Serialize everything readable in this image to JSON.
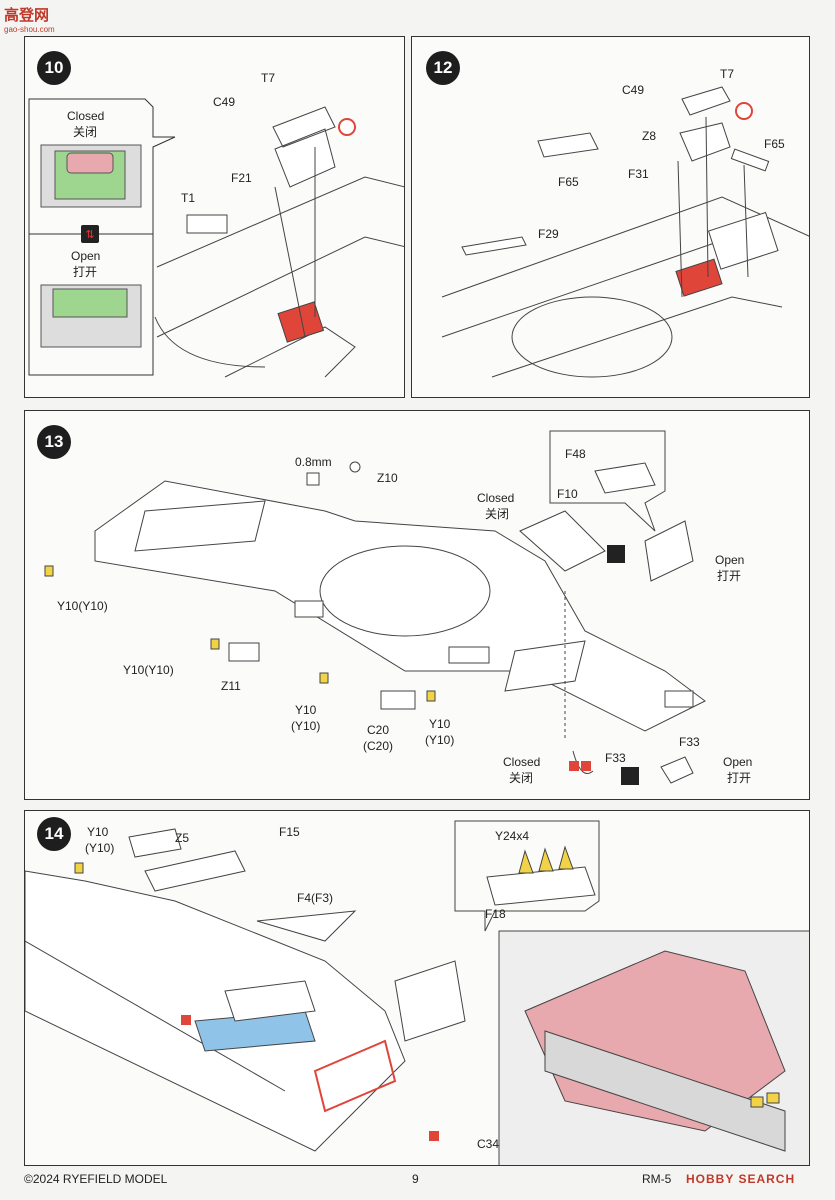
{
  "watermark": {
    "logo": "高登网",
    "url": "gao-shou.com"
  },
  "steps": {
    "s10": {
      "number": "10",
      "inset_closed": "Closed",
      "inset_closed_cn": "关闭",
      "inset_open": "Open",
      "inset_open_cn": "打开",
      "parts": {
        "t7": "T7",
        "c49": "C49",
        "f21": "F21",
        "t1": "T1"
      }
    },
    "s12": {
      "number": "12",
      "parts": {
        "c49": "C49",
        "t7": "T7",
        "z8": "Z8",
        "f65a": "F65",
        "f65b": "F65",
        "f31": "F31",
        "f29": "F29"
      }
    },
    "s13": {
      "number": "13",
      "drill": "0.8mm",
      "parts": {
        "z10": "Z10",
        "f48": "F48",
        "f10": "F10",
        "closed": "Closed",
        "closed_cn": "关闭",
        "open": "Open",
        "open_cn": "打开",
        "y10a": "Y10(Y10)",
        "y10b": "Y10(Y10)",
        "z11": "Z11",
        "y10c1": "Y10",
        "y10c2": "(Y10)",
        "c20a": "C20",
        "c20b": "(C20)",
        "y10d1": "Y10",
        "y10d2": "(Y10)",
        "closed2": "Closed",
        "closed2_cn": "关闭",
        "f33a": "F33",
        "f33b": "F33",
        "open2": "Open",
        "open2_cn": "打开"
      }
    },
    "s14": {
      "number": "14",
      "parts": {
        "y10a": "Y10",
        "y10b": "(Y10)",
        "z5": "Z5",
        "f15": "F15",
        "f4": "F4(F3)",
        "y24": "Y24x4",
        "f18": "F18",
        "c34": "C34"
      }
    }
  },
  "footer": {
    "copyright": "©2024 RYEFIELD MODEL",
    "page": "9",
    "code": "RM-5",
    "brand": "HOBBY SEARCH"
  },
  "colors": {
    "highlight_red": "#e0453a",
    "green_fill": "#9fd68f",
    "blue_fill": "#8fc3e8",
    "pink_fill": "#e7a9ad",
    "yellow": "#f2d347"
  }
}
